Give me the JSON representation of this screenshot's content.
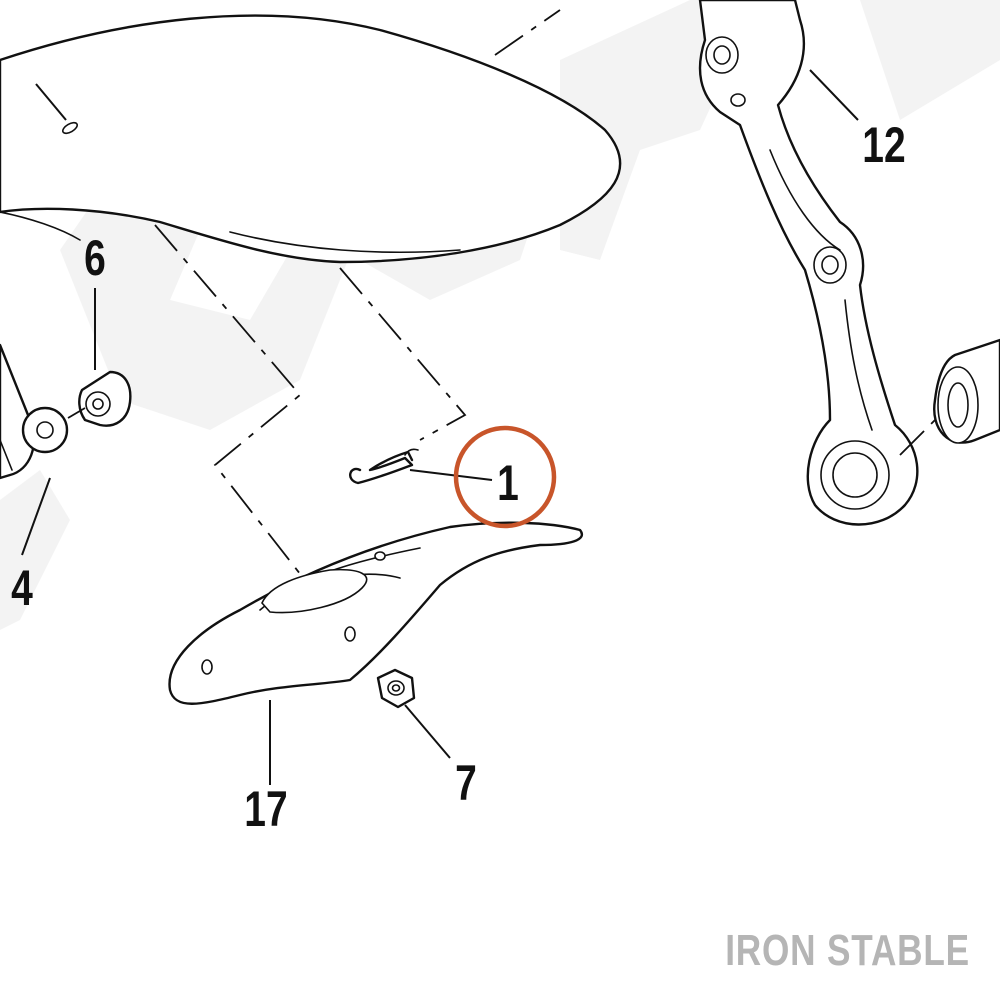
{
  "brand": {
    "text": "IRON STABLE",
    "color": "#b5b5b5"
  },
  "highlight": {
    "part": "1",
    "color": "#c8552a"
  },
  "callouts": {
    "part_1": "1",
    "part_4": "4",
    "part_6": "6",
    "part_7": "7",
    "part_12": "12",
    "part_17": "17"
  },
  "parts": [
    {
      "name": "front-fender",
      "description": "fender"
    },
    {
      "name": "hairpin-clip",
      "callout": "1"
    },
    {
      "name": "washer",
      "callout": "4"
    },
    {
      "name": "acorn-nut",
      "callout": "6"
    },
    {
      "name": "small-nut",
      "callout": "7"
    },
    {
      "name": "fork-leg",
      "callout": "12"
    },
    {
      "name": "fender-brace",
      "callout": "17"
    }
  ]
}
